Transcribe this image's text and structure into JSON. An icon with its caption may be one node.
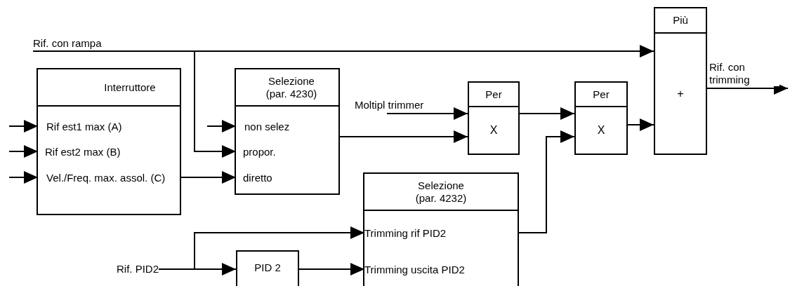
{
  "diagram": {
    "nodes": [
      {
        "text": [
          "Rif. con rampa"
        ]
      },
      {
        "text": [
          "Interruttore"
        ]
      },
      {
        "text": [
          "Rif est1 max (A)"
        ],
        "in": 1
      },
      {
        "text": [
          "Rif est2 max (B)"
        ],
        "in": 1
      },
      {
        "text": [
          "Vel./Freq. max. assol. (C)"
        ],
        "in": 1
      },
      {
        "text": [
          "Selezione (par. 4230)"
        ]
      },
      {
        "text": [
          "non selez"
        ],
        "in": 5
      },
      {
        "text": [
          "propor."
        ],
        "in": 5
      },
      {
        "text": [
          "diretto"
        ],
        "in": 5
      },
      {
        "text": [
          "Moltipl trimmer"
        ]
      },
      {
        "text": [
          "Per",
          "X"
        ]
      },
      {
        "text": [
          "Per",
          "X"
        ]
      },
      {
        "text": [
          "Più",
          "+"
        ]
      },
      {
        "text": [
          "Selezione (par. 4232)"
        ]
      },
      {
        "text": [
          "Trimming rif PID2"
        ],
        "in": 13
      },
      {
        "text": [
          "Trimming uscita PID2"
        ],
        "in": 13
      },
      {
        "text": [
          "Rif. PID2"
        ]
      },
      {
        "text": [
          "PID 2"
        ]
      }
    ],
    "edges": [
      {
        "from": 0,
        "to": 12,
        "arrow": "to"
      },
      {
        "from": 0,
        "to": 7,
        "arrow": "to"
      },
      {
        "from": null,
        "to": 2,
        "arrow": "to"
      },
      {
        "from": null,
        "to": 3,
        "arrow": "to"
      },
      {
        "from": null,
        "to": 4,
        "arrow": "to"
      },
      {
        "from": 1,
        "to": 8,
        "arrow": "to"
      },
      {
        "from": null,
        "to": 6,
        "arrow": "to"
      },
      {
        "from": 5,
        "to": 10,
        "arrow": "to"
      },
      {
        "from": 9,
        "to": 10,
        "arrow": "to"
      },
      {
        "from": 10,
        "to": 11,
        "arrow": "to"
      },
      {
        "from": 13,
        "to": 11,
        "arrow": "to"
      },
      {
        "from": 11,
        "to": 12,
        "arrow": "to"
      },
      {
        "from": 12,
        "to": null,
        "arrow": "to",
        "label": "Rif. con trimming"
      },
      {
        "from": 16,
        "to": 14,
        "arrow": "to"
      },
      {
        "from": 16,
        "to": 17,
        "arrow": "to"
      },
      {
        "from": 17,
        "to": 15,
        "arrow": "to"
      }
    ]
  }
}
